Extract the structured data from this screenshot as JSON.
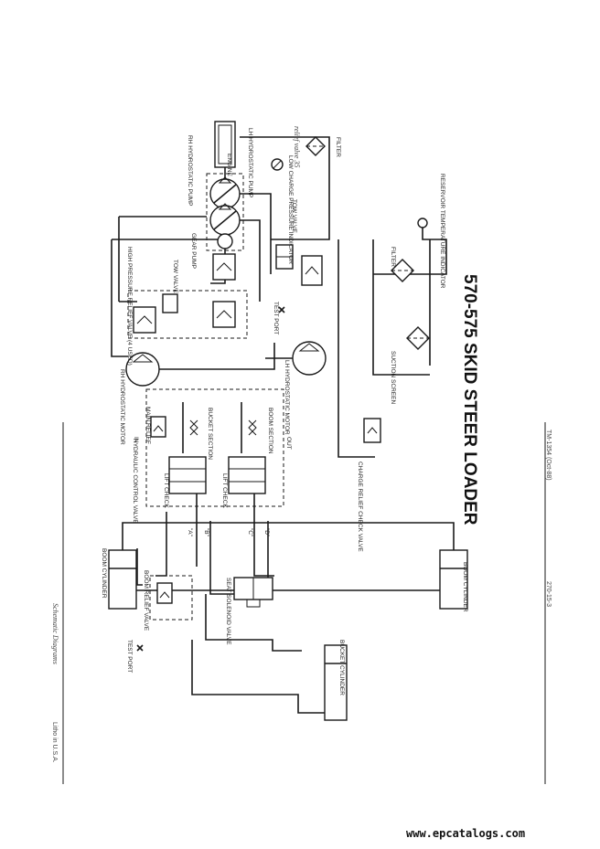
{
  "page": {
    "header": "Schematic Diagrams",
    "title": "570-575 SKID STEER LOADER",
    "footer_left": "Litho in U.S.A.",
    "footer_center": "270-15-3",
    "footer_right": "TM-1354 (Oct-88)",
    "watermark": "www.epcatalogs.com",
    "pencil_note": "relief valve 35"
  },
  "labels": {
    "engine": "ENGINE",
    "lh_pump": "LH HYDROSTATIC PUMP",
    "rh_pump": "RH HYDROSTATIC PUMP",
    "gear_pump": "GEAR PUMP",
    "low_charge": "LOW CHARGE PRESSURE INDICATOR",
    "filter_top": "FILTER",
    "tow_valve_upper": "TOW VALVE",
    "tow_valve_lower": "TOW VALVE",
    "reservoir_temp": "RESERVOIR TEMPERATURE INDICATOR",
    "high_pressure_relief": "HIGH PRESSURE RELIEF VALVE (4 USED)",
    "test_port_center": "TEST PORT",
    "filter_mid": "FILTER",
    "suction_screen": "SUCTION SCREEN",
    "rh_motor": "RH HYDROSTATIC MOTOR",
    "lh_motor": "LH HYDROSTATIC MOTOR",
    "main_relief": "MAIN RELIEF",
    "bucket_section": "BUCKET SECTION",
    "boom_section": "BOOM SECTION",
    "lift_check_1": "LIFT CHECK",
    "lift_check_2": "LIFT CHECK",
    "hydraulic_control_valve": "HYDRAULIC CONTROL VALVE",
    "charge_relief": "CHARGE RELIEF CHECK VALVE",
    "port_in": "IN",
    "port_out": "OUT",
    "port_a": "\"A\"",
    "port_b": "\"B\"",
    "port_c": "\"C\"",
    "port_d": "\"D\"",
    "boom_cylinder_top": "BOOM CYLINDER",
    "boom_cylinder_bottom": "BOOM CYLINDER",
    "boom_relief_valve": "BOOM RELIEF VALVE",
    "seat_solenoid_valve": "SEAT SOLENOID VALVE",
    "test_port_left": "TEST PORT",
    "bucket_cylinder": "BUCKET CYLINDER"
  }
}
